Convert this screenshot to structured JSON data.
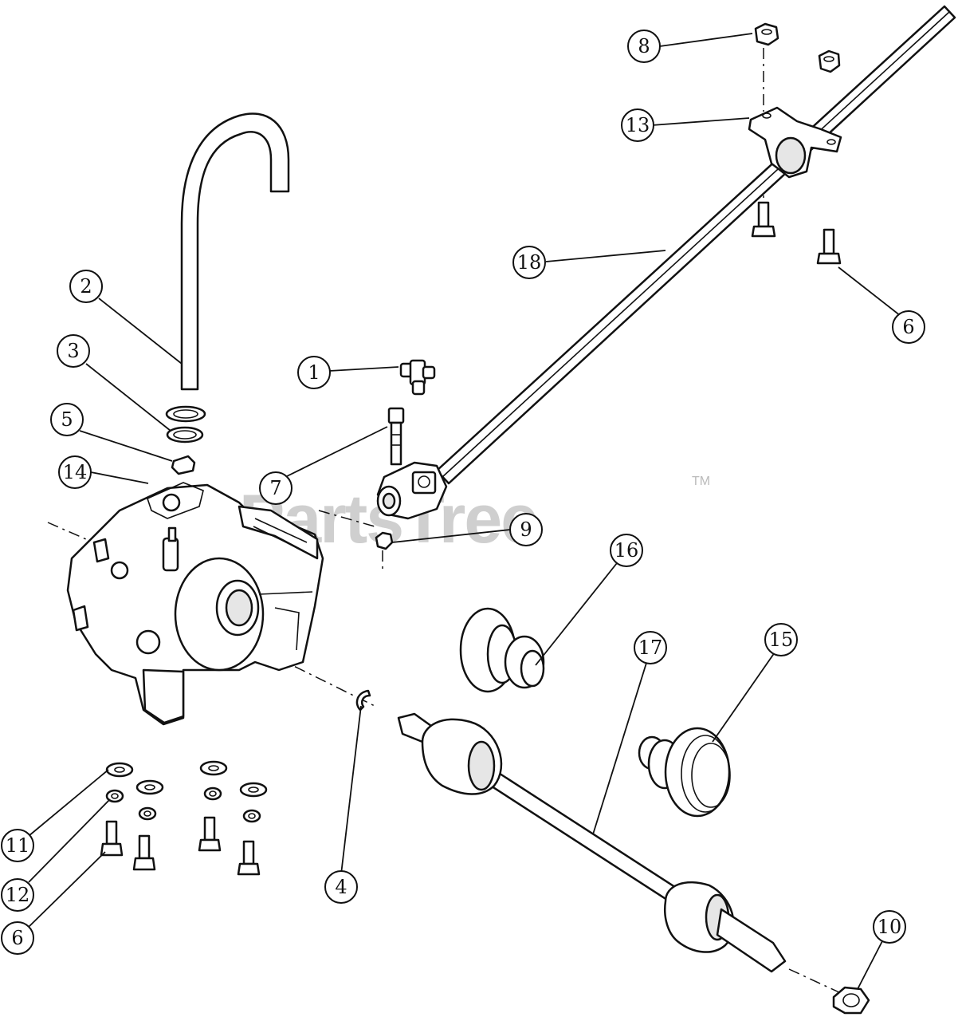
{
  "watermark": {
    "text": "PartsTree",
    "trademark": "TM"
  },
  "callouts": [
    {
      "id": "callout-1",
      "label": "1"
    },
    {
      "id": "callout-2",
      "label": "2"
    },
    {
      "id": "callout-3",
      "label": "3"
    },
    {
      "id": "callout-4",
      "label": "4"
    },
    {
      "id": "callout-5",
      "label": "5"
    },
    {
      "id": "callout-6-top",
      "label": "6"
    },
    {
      "id": "callout-6-bottom",
      "label": "6"
    },
    {
      "id": "callout-7",
      "label": "7"
    },
    {
      "id": "callout-8",
      "label": "8"
    },
    {
      "id": "callout-9",
      "label": "9"
    },
    {
      "id": "callout-10",
      "label": "10"
    },
    {
      "id": "callout-11",
      "label": "11"
    },
    {
      "id": "callout-12",
      "label": "12"
    },
    {
      "id": "callout-13",
      "label": "13"
    },
    {
      "id": "callout-14",
      "label": "14"
    },
    {
      "id": "callout-15",
      "label": "15"
    },
    {
      "id": "callout-16",
      "label": "16"
    },
    {
      "id": "callout-17",
      "label": "17"
    },
    {
      "id": "callout-18",
      "label": "18"
    }
  ]
}
